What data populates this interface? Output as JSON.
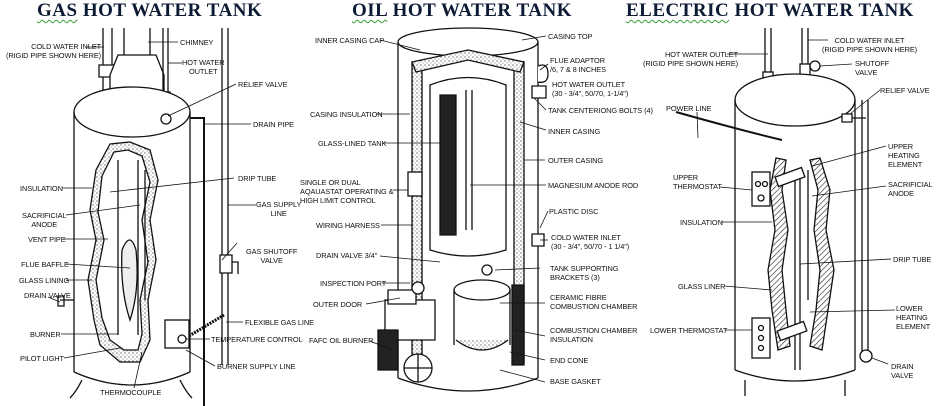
{
  "titles": {
    "gas": {
      "first": "GAS",
      "rest": " HOT  WATER  TANK"
    },
    "oil": {
      "first": "OIL",
      "rest": "  HOT  WATER  TANK"
    },
    "electric": {
      "first": "ELECTRIC",
      "rest": "  HOT  WATER TANK"
    }
  },
  "colors": {
    "title": "#0d1a33",
    "spellcheck_underline": "#3a9a3a",
    "ink": "#111111"
  },
  "gas": {
    "labels": {
      "cold_water_inlet": "COLD WATER INLET",
      "cold_water_inlet_note": "(RIGID PIPE SHOWN HERE)",
      "chimney": "CHIMNEY",
      "hot_water_outlet_1": "HOT WATER",
      "hot_water_outlet_2": "OUTLET",
      "relief_valve": "RELIEF VALVE",
      "drain_pipe": "DRAIN PIPE",
      "drip_tube": "DRIP TUBE",
      "insulation": "INSULATION",
      "gas_supply_line_1": "GAS SUPPLY",
      "gas_supply_line_2": "LINE",
      "sacrificial_anode_1": "SACRIFICIAL",
      "sacrificial_anode_2": "ANODE",
      "vent_pipe": "VENT PIPE",
      "gas_shutoff_valve_1": "GAS SHUTOFF",
      "gas_shutoff_valve_2": "VALVE",
      "flue_baffle": "FLUE BAFFLE",
      "glass_lining": "GLASS LINING",
      "drain_valve": "DRAIN VALVE",
      "flexible_gas_line": "FLEXIBLE GAS LINE",
      "burner": "BURNER",
      "temperature_control": "TEMPERATURE CONTROL",
      "pilot_light": "PILOT  LIGHT",
      "burner_supply_line": "BURNER SUPPLY LINE",
      "thermocouple": "THERMOCOUPLE"
    }
  },
  "oil": {
    "labels": {
      "inner_casing_cap": "INNER CASING CAP",
      "casing_top": "CASING TOP",
      "flue_adaptor_1": "FLUE ADAPTOR",
      "flue_adaptor_2": "/6, 7 & 8 INCHES",
      "hot_water_outlet_1": "HOT WATER OUTLET",
      "hot_water_outlet_2": "(30 - 3/4\", 50/70, 1-1/4\")",
      "casing_insulation": "CASING INSULATION",
      "tank_centering_bolts": "TANK CENTERIONG BOLTS (4)",
      "inner_casing": "INNER CASING",
      "glass_lined_tank": "GLASS-LINED TANK",
      "outer_casing": "OUTER CASING",
      "aquastat_1": "SINGLE  OR DUAL",
      "aquastat_2": "AQAUASTAT OPERATING &",
      "aquastat_3": "HIGH LIMIT CONTROL",
      "magnesium_anode_rod": "MAGNESIUM ANODE ROD",
      "plastic_disc": "PLASTIC DISC",
      "wiring_harness": "WIRING HARNESS",
      "cold_water_inlet_1": "COLD WATER INLET",
      "cold_water_inlet_2": "(30 - 3/4\", 50/70 - 1 1/4\")",
      "drain_valve": "DRAIN VALVE 3/4\"",
      "tank_supporting_brackets_1": "TANK SUPPORTING",
      "tank_supporting_brackets_2": "BRACKETS (3)",
      "inspection_port": "INSPECTION PORT",
      "ceramic_fibre_1": "CERAMIC FIBRE",
      "ceramic_fibre_2": "COMBUSTION CHAMBER",
      "outer_door": "OUTER DOOR",
      "combustion_chamber_insulation_1": "COMBUSTION CHAMBER",
      "combustion_chamber_insulation_2": "INSULATION",
      "fafc_oil_burner": "FAFC OIL BURNER",
      "end_cone": "END CONE",
      "base_gasket": "BASE GASKET"
    }
  },
  "electric": {
    "labels": {
      "hot_water_outlet_1": "HOT WATER OUTLET",
      "hot_water_outlet_2": "(RIGID PIPE SHOWN HERE)",
      "cold_water_inlet_1": "COLD WATER INLET",
      "cold_water_inlet_2": "(RIGID PIPE SHOWN HERE)",
      "shutoff_valve_1": "SHUTOFF",
      "shutoff_valve_2": "VALVE",
      "relief_valve": "RELIEF VALVE",
      "power_line": "POWER LINE",
      "upper_heating_element_1": "UPPER",
      "upper_heating_element_2": "HEATING",
      "upper_heating_element_3": "ELEMENT",
      "upper_thermostat_1": "UPPER",
      "upper_thermostat_2": "THERMOSTAT",
      "sacrificial_anode_1": "SACRIFICIAL",
      "sacrificial_anode_2": "ANODE",
      "insulation": "INSULATION",
      "drip_tube": "DRIP TUBE",
      "glass_liner": "GLASS LINER",
      "lower_heating_element_1": "LOWER",
      "lower_heating_element_2": "HEATING",
      "lower_heating_element_3": "ELEMENT",
      "lower_thermostat": "LOWER THERMOSTAT",
      "drain_valve_1": "DRAIN",
      "drain_valve_2": "VALVE"
    }
  }
}
